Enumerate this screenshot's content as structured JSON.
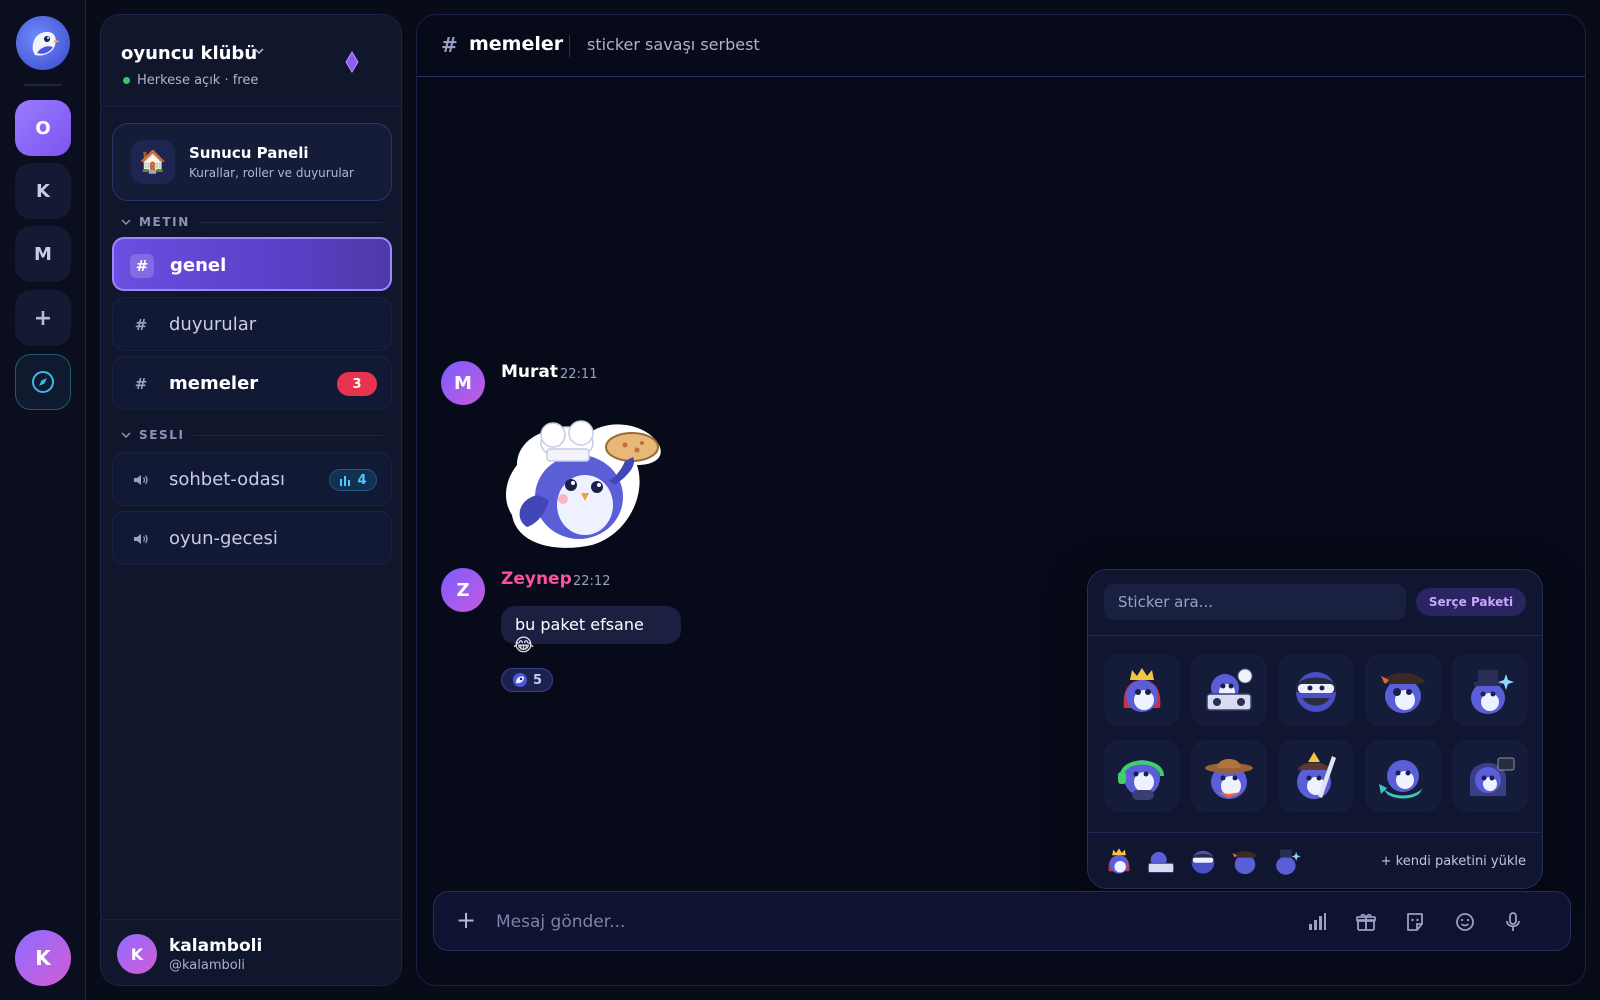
{
  "app": {
    "accent": "#7a55f0",
    "danger": "#e8334e",
    "voice": "#59c4ff"
  },
  "rail": {
    "servers": [
      {
        "letter": "O",
        "active": true
      },
      {
        "letter": "K",
        "active": false
      },
      {
        "letter": "M",
        "active": false
      }
    ],
    "add_label": "+",
    "user_letter": "K"
  },
  "server": {
    "name": "oyuncu klübü",
    "status": "Herkese açık · free",
    "panel": {
      "title": "Sunucu Paneli",
      "subtitle": "Kurallar, roller ve duyurular"
    },
    "categories": {
      "text": "METIN",
      "voice": "SESLI"
    },
    "text_channels": [
      {
        "name": "genel",
        "active": true
      },
      {
        "name": "duyurular",
        "active": false
      },
      {
        "name": "memeler",
        "active": false,
        "unread": "3"
      }
    ],
    "voice_channels": [
      {
        "name": "sohbet-odası",
        "listeners": "4"
      },
      {
        "name": "oyun-gecesi"
      }
    ]
  },
  "user": {
    "name": "kalamboli",
    "handle": "@kalamboli",
    "letter": "K"
  },
  "channel": {
    "hash": "#",
    "name": "memeler",
    "topic": "sticker savaşı serbest"
  },
  "messages": [
    {
      "author": "Murat",
      "avatar_letter": "M",
      "time": "22:11",
      "type": "sticker",
      "sticker": "chef-bird-pizza"
    },
    {
      "author": "Zeynep",
      "avatar_letter": "Z",
      "time": "22:12",
      "text": "bu paket efsane",
      "emoji": "😂",
      "reaction_count": "5"
    }
  ],
  "sticker_picker": {
    "search_placeholder": "Sticker ara...",
    "pack_label": "Serçe Paketi",
    "stickers": [
      "king-bird",
      "dj-bird",
      "ninja-bird",
      "pirate-bird",
      "wizard-bird",
      "gamer-bird",
      "cowboy-bird",
      "samurai-bird",
      "mermaid-bird",
      "hacker-bird"
    ],
    "upload_label": "+ kendi paketini yükle"
  },
  "composer": {
    "plus": "+",
    "placeholder": "Mesaj gönder..."
  }
}
